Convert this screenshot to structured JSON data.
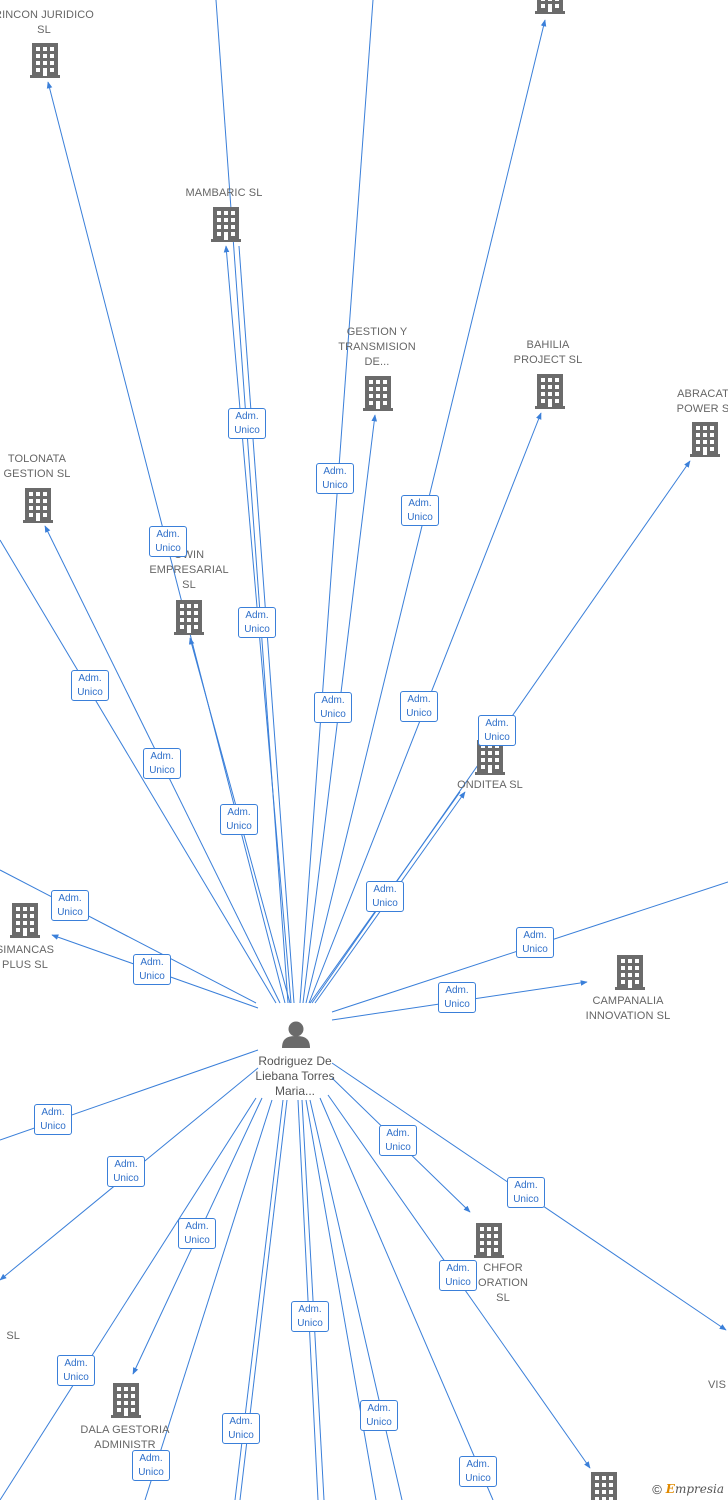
{
  "diagram": {
    "center": {
      "name": "Rodriguez De Liebana Torres Maria...",
      "icon": "person-icon"
    },
    "edge_label": {
      "line1": "Adm.",
      "line2": "Unico"
    },
    "companies": [
      {
        "id": "rincon",
        "name": "RINCON JURIDICO SL",
        "icon": "building-icon"
      },
      {
        "id": "mambaric",
        "name": "MAMBARIC SL",
        "icon": "building-icon"
      },
      {
        "id": "gestion",
        "name": "GESTION Y TRANSMISION DE...",
        "icon": "building-icon"
      },
      {
        "id": "bahilia",
        "name": "BAHILIA PROJECT SL",
        "icon": "building-icon"
      },
      {
        "id": "abracat",
        "name": "ABRACAT POWER S",
        "icon": "building-icon"
      },
      {
        "id": "tolonata",
        "name": "TOLONATA GESTION SL",
        "icon": "building-icon"
      },
      {
        "id": "owin",
        "name": "OWIN EMPRESARIAL SL",
        "icon": "building-icon"
      },
      {
        "id": "onditea",
        "name": "ONDITEA SL",
        "icon": "building-icon"
      },
      {
        "id": "simancas",
        "name": "SIMANCAS PLUS SL",
        "icon": "building-icon"
      },
      {
        "id": "campanalia",
        "name": "CAMPANALIA INNOVATION SL",
        "icon": "building-icon"
      },
      {
        "id": "chfor",
        "name": "CHFOR ORATION SL",
        "icon": "building-icon"
      },
      {
        "id": "dala",
        "name": "DALA GESTORIA ADMINISTR",
        "icon": "building-icon"
      },
      {
        "id": "left_sl",
        "name": "SL",
        "icon": ""
      },
      {
        "id": "vis",
        "name": "VIS",
        "icon": ""
      },
      {
        "id": "top_right",
        "name": "",
        "icon": "building-icon"
      },
      {
        "id": "bottom_right",
        "name": "",
        "icon": "building-icon"
      }
    ]
  },
  "footer": {
    "copyright": "©",
    "brand_initial": "E",
    "brand_rest": "mpresia"
  },
  "colors": {
    "edge": "#3a7fd9",
    "node_icon": "#6b6b6b",
    "text": "#666666"
  }
}
